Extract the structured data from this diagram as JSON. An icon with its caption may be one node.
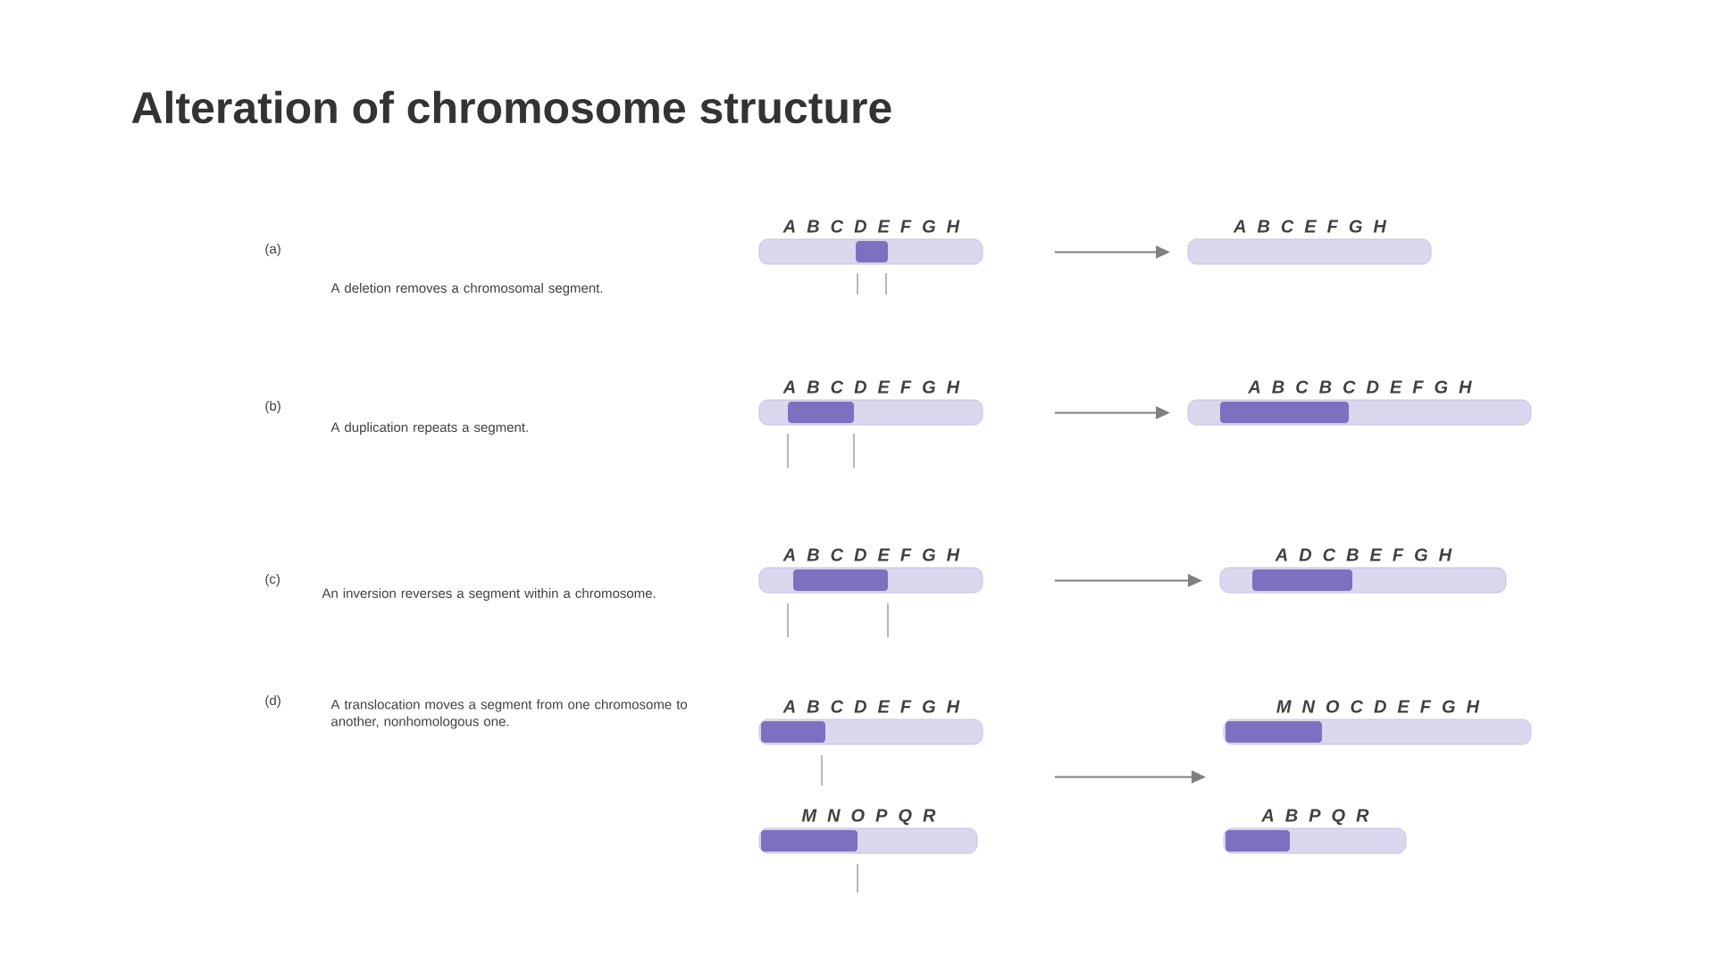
{
  "diagram": {
    "title": "Alteration of chromosome structure",
    "nodes": [
      {
        "text": [
          "A B C D E F G H"
        ]
      },
      {
        "text": [
          "A B C E F G H"
        ]
      },
      {
        "text": [
          "A B C D E F G H"
        ]
      },
      {
        "text": [
          "A B C B C D E F G H"
        ]
      },
      {
        "text": [
          "A B C D E F G H"
        ]
      },
      {
        "text": [
          "A D C B E F G H"
        ]
      },
      {
        "text": [
          "A B C D E F G H"
        ]
      },
      {
        "text": [
          "M N O P Q R"
        ]
      },
      {
        "text": [
          "M N O C D E F G H"
        ]
      },
      {
        "text": [
          "A B P Q R"
        ]
      }
    ],
    "edges": [
      {
        "from": 0,
        "to": 1,
        "arrow": "to"
      },
      {
        "from": 2,
        "to": 3,
        "arrow": "to"
      },
      {
        "from": 4,
        "to": 5,
        "arrow": "to"
      },
      {
        "from": 6,
        "to": 8,
        "arrow": "to"
      }
    ],
    "labels": [
      "(a)",
      "A deletion removes a chromosomal segment.",
      "(b)",
      "A duplication repeats a segment.",
      "(c)",
      "An inversion reverses a segment within a chromosome.",
      "(d)",
      "A translocation moves a segment from one chromosome to another, nonhomologous one."
    ]
  }
}
